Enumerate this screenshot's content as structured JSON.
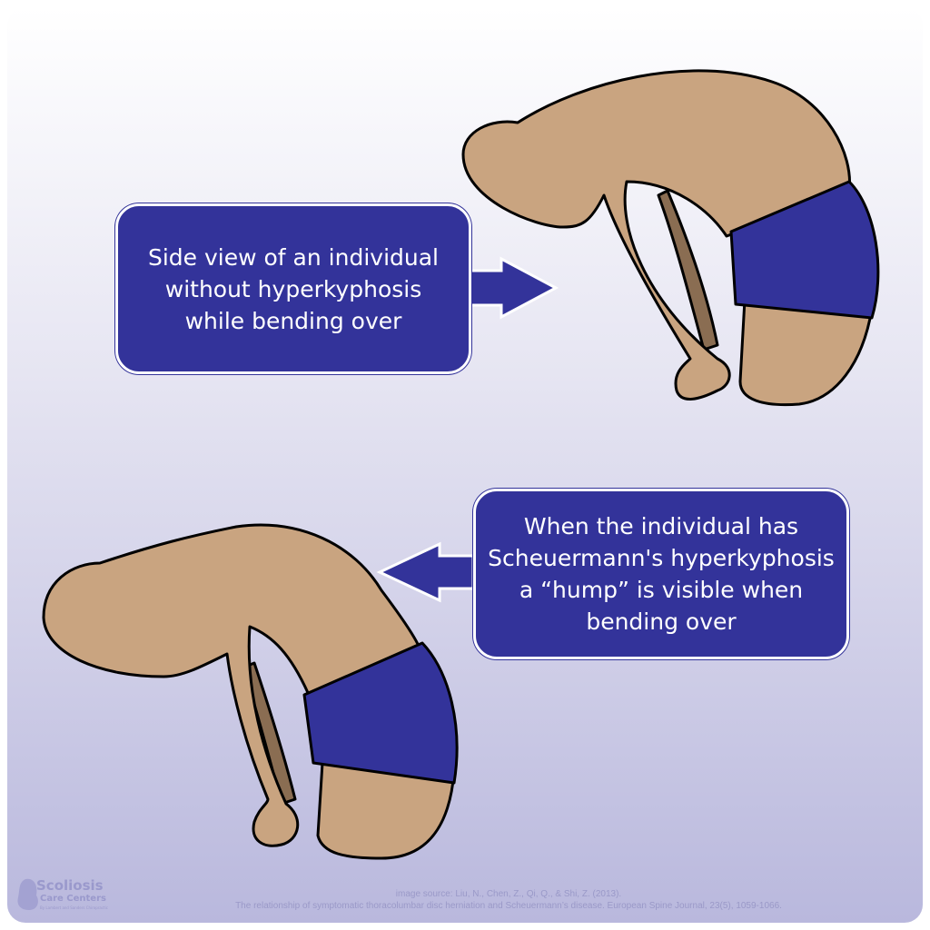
{
  "callouts": [
    {
      "text": [
        "Side view of an individual",
        "without hyperkyphosis",
        "while bending over"
      ]
    },
    {
      "text": [
        "When the individual has",
        "Scheuermann's hyperkyphosis",
        "a “hump” is visible when",
        "bending over"
      ]
    }
  ],
  "colors": {
    "callout": "#33339a",
    "skin": "#c9a480",
    "shorts": "#33339a",
    "arm_shadow": "#8a6d52"
  },
  "citation": {
    "line1": "image source: Liu, N., Chen, Z., Qi, Q., & Shi, Z. (2013).",
    "line2": "The relationship of symptomatic thoracolumbar disc herniation and Scheuermann’s disease. European Spine Journal, 23(5), 1059-1066."
  },
  "logo": {
    "line1": "Scoliosis",
    "line2": "Care Centers",
    "tagline": "By Lambert and Sanders Chiropractic"
  }
}
